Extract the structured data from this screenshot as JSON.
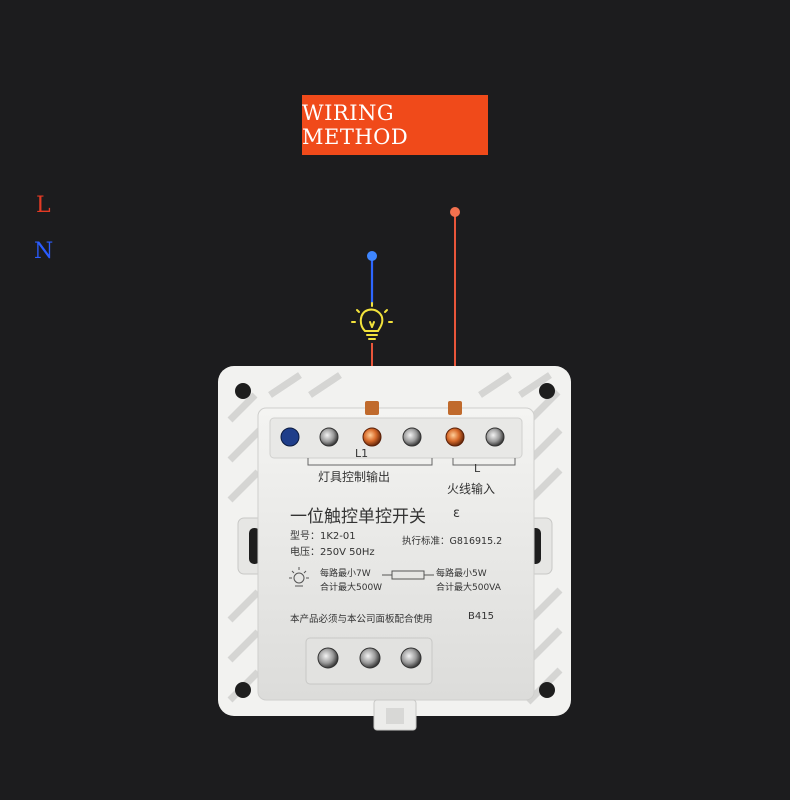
{
  "title": "WIRING METHOD",
  "wires": {
    "L": {
      "label": "L",
      "color": "#e64a2e"
    },
    "N": {
      "label": "N",
      "color": "#2a5cff"
    }
  },
  "bulb": {
    "icon": "lightbulb-icon",
    "color": "#f2e23c"
  },
  "switch": {
    "terminal_L1": "L1",
    "terminal_L1_desc": "灯具控制输出",
    "terminal_L": "L",
    "terminal_L_desc": "火线输入",
    "product_name": "一位触控单控开关",
    "ce_mark": "ε",
    "model": "型号：1K2-01",
    "voltage": "电压：250V 50Hz",
    "standard": "执行标准：G816915.2",
    "incandescent_min": "每路最小7W",
    "incandescent_max": "合计最大500W",
    "fluorescent_min": "每路最小5W",
    "fluorescent_max": "合计最大500VA",
    "notice": "本产品必须与本公司面板配合使用",
    "code": "B415"
  }
}
